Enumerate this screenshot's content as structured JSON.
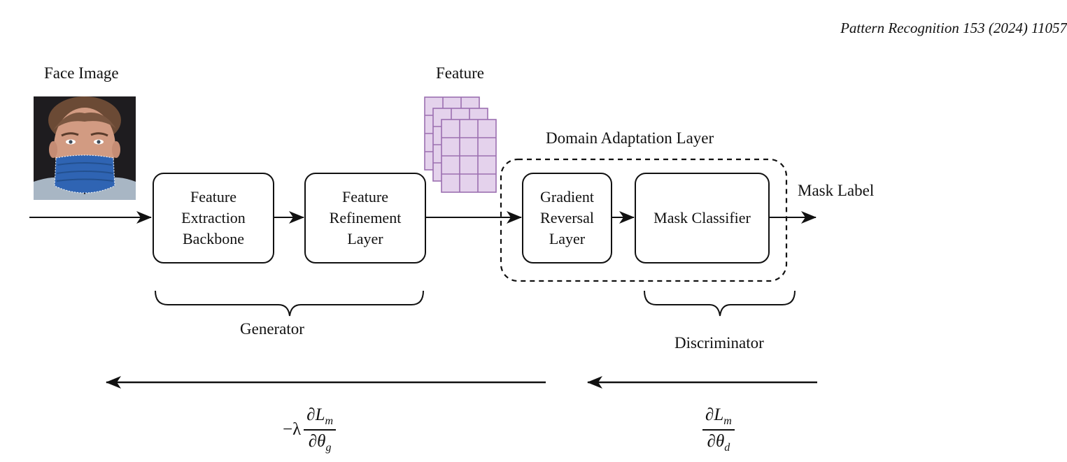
{
  "header": {
    "citation": "Pattern Recognition 153 (2024) 11057"
  },
  "labels": {
    "face_image": "Face Image",
    "feature": "Feature",
    "domain_adaptation_layer": "Domain Adaptation Layer",
    "mask_label": "Mask Label",
    "generator": "Generator",
    "discriminator": "Discriminator"
  },
  "boxes": {
    "feature_extraction": [
      "Feature",
      "Extraction",
      "Backbone"
    ],
    "feature_refinement": [
      "Feature",
      "Refinement",
      "Layer"
    ],
    "gradient_reversal": [
      "Gradient",
      "Reversal",
      "Layer"
    ],
    "mask_classifier": [
      "Mask Classifier"
    ]
  },
  "formulas": {
    "generator_gradient": {
      "prefix": "−λ",
      "numerator": "∂L",
      "numerator_sub": "m",
      "denominator": "∂θ",
      "denominator_sub": "g"
    },
    "discriminator_gradient": {
      "numerator": "∂L",
      "numerator_sub": "m",
      "denominator": "∂θ",
      "denominator_sub": "d"
    }
  },
  "colors": {
    "feature_grid_fill": "#e4d2ec",
    "feature_grid_stroke": "#9b6fb0",
    "mask_blue": "#2f64b3"
  }
}
